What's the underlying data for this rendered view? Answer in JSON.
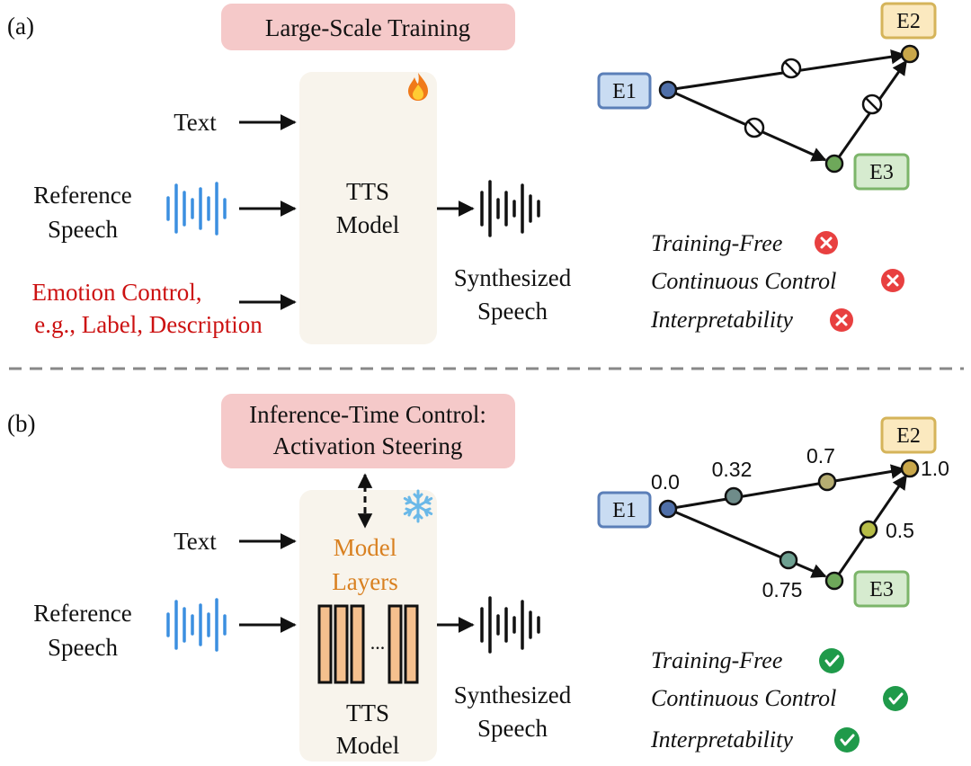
{
  "panel_a": {
    "tag": "(a)",
    "banner": "Large-Scale Training",
    "inputs": {
      "text": "Text",
      "reference_line1": "Reference",
      "reference_line2": "Speech",
      "emotion_line1": "Emotion Control,",
      "emotion_line2": "e.g., Label, Description"
    },
    "model_line1": "TTS",
    "model_line2": "Model",
    "output_line1": "Synthesized",
    "output_line2": "Speech",
    "graph": {
      "e1": "E1",
      "e2": "E2",
      "e3": "E3"
    },
    "features": [
      {
        "label": "Training-Free",
        "status": "no"
      },
      {
        "label": "Continuous Control",
        "status": "no"
      },
      {
        "label": "Interpretability",
        "status": "no"
      }
    ]
  },
  "panel_b": {
    "tag": "(b)",
    "banner_line1": "Inference-Time Control:",
    "banner_line2": "Activation Steering",
    "inputs": {
      "text": "Text",
      "reference_line1": "Reference",
      "reference_line2": "Speech"
    },
    "layers_line1": "Model",
    "layers_line2": "Layers",
    "ellipsis": "...",
    "model_line1": "TTS",
    "model_line2": "Model",
    "output_line1": "Synthesized",
    "output_line2": "Speech",
    "graph": {
      "e1": "E1",
      "e2": "E2",
      "e3": "E3",
      "v_e1": "0.0",
      "v_a": "0.32",
      "v_b": "0.7",
      "v_e2": "1.0",
      "v_c": "0.75",
      "v_d": "0.5"
    },
    "features": [
      {
        "label": "Training-Free",
        "status": "yes"
      },
      {
        "label": "Continuous Control",
        "status": "yes"
      },
      {
        "label": "Interpretability",
        "status": "yes"
      }
    ]
  },
  "colors": {
    "banner_fill": "#f5c9c9",
    "model_box_fill": "#f8f4ec",
    "emotion_text": "#cc1111",
    "layers_text": "#d98020",
    "layer_fill": "#f5c08e",
    "waveform_blue": "#3b8fe0",
    "e1_fill": "#c9dcf2",
    "e1_stroke": "#5b7fb8",
    "e2_fill": "#fbe9bf",
    "e2_stroke": "#d5b45a",
    "e3_fill": "#d6ebcf",
    "e3_stroke": "#7cb56a",
    "cross": "#e84040",
    "check": "#1f9a4a"
  },
  "icons": {
    "fire": "fire-icon",
    "snowflake": "snowflake-icon",
    "no_entry": "no-entry-icon",
    "cross": "cross-icon",
    "check": "check-icon"
  }
}
